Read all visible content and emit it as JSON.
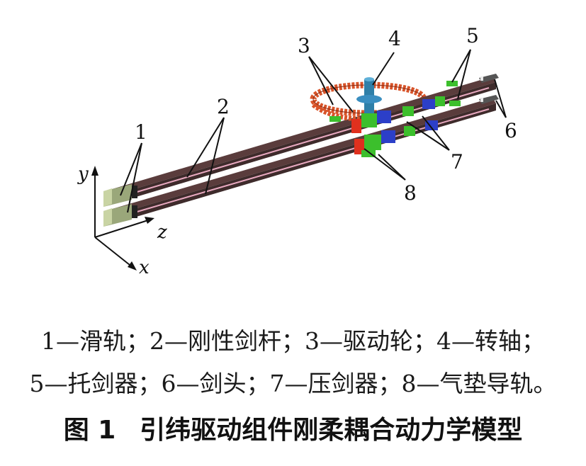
{
  "figure": {
    "callouts": [
      "1",
      "2",
      "3",
      "4",
      "5",
      "6",
      "7",
      "8"
    ],
    "axes": {
      "y": "y",
      "z": "z",
      "x": "x"
    },
    "colors": {
      "rail_body": "#3e2b2b",
      "rail_stripe": "#e8a9c0",
      "slide_block": "#9aa77a",
      "drive_wheel": "#d8542a",
      "shaft": "#2f7fa8",
      "presser_red": "#e0301e",
      "presser_green": "#3cbf2c",
      "presser_blue": "#2c3fc8"
    }
  },
  "caption": {
    "line1": "1—滑轨；2—刚性剑杆；3—驱动轮；4—转轴；",
    "line2": "5—托剑器；6—剑头；7—压剑器；8—气垫导轨。"
  },
  "title": {
    "number": "图 1",
    "text": "引纬驱动组件刚柔耦合动力学模型"
  }
}
